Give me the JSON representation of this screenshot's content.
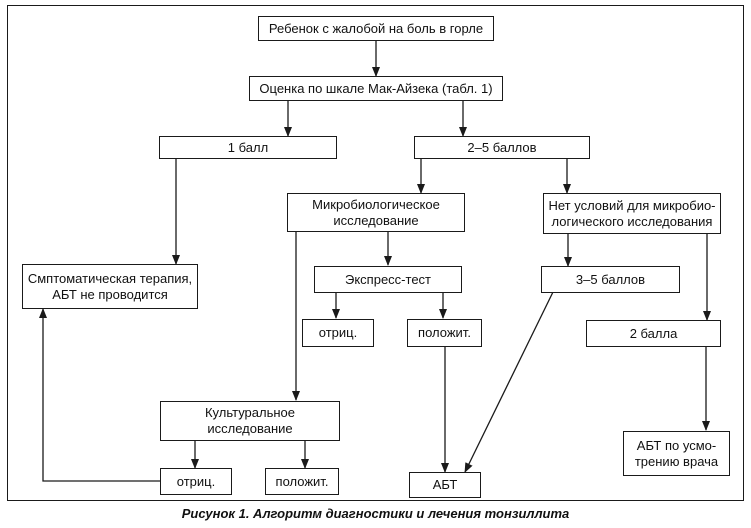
{
  "nodes": {
    "start": "Ребенок с жалобой на боль в горле",
    "mcisaac": "Оценка по шкале Мак-Айзека (табл. 1)",
    "score1": "1 балл",
    "score2_5": "2–5 баллов",
    "micro_line1": "Микробиологическое",
    "micro_line2": "исследование",
    "no_micro_line1": "Нет условий для микробио-",
    "no_micro_line2": "логического исследования",
    "symptomatic_line1": "Смптоматическая терапия,",
    "symptomatic_line2": "АБТ не проводится",
    "express": "Экспресс-тест",
    "score3_5": "3–5 баллов",
    "express_neg": "отриц.",
    "express_pos": "положит.",
    "score2": "2 балла",
    "culture_line1": "Культуральное",
    "culture_line2": "исследование",
    "doctor_line1": "АБТ по усмо-",
    "doctor_line2": "трению врача",
    "culture_neg": "отриц.",
    "culture_pos": "положит.",
    "abt": "АБТ"
  },
  "caption": "Рисунок 1. Алгоритм диагностики и лечения тонзиллита"
}
